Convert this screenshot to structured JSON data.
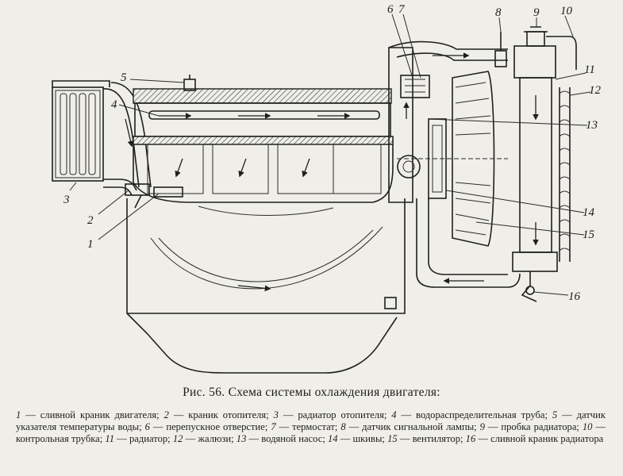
{
  "figure": {
    "caption": "Рис. 56. Схема системы охлаждения двигателя:",
    "callout_numbers": [
      "1",
      "2",
      "3",
      "4",
      "5",
      "6",
      "7",
      "8",
      "9",
      "10",
      "11",
      "12",
      "13",
      "14",
      "15",
      "16"
    ]
  },
  "legend": [
    {
      "num": "1",
      "text": " — сливной краник двигателя; "
    },
    {
      "num": "2",
      "text": " — краник отопителя; "
    },
    {
      "num": "3",
      "text": " — радиатор отопителя; "
    },
    {
      "num": "4",
      "text": " — водораспределительная труба; "
    },
    {
      "num": "5",
      "text": " — датчик указателя температуры воды; "
    },
    {
      "num": "6",
      "text": " — перепускное отверстие; "
    },
    {
      "num": "7",
      "text": " — термостат; "
    },
    {
      "num": "8",
      "text": " — датчик сигнальной лампы; "
    },
    {
      "num": "9",
      "text": " — пробка радиатора; "
    },
    {
      "num": "10",
      "text": " — контрольная трубка; "
    },
    {
      "num": "11",
      "text": " — радиатор; "
    },
    {
      "num": "12",
      "text": " — жалюзи; "
    },
    {
      "num": "13",
      "text": " — водяной насос; "
    },
    {
      "num": "14",
      "text": " — шкивы; "
    },
    {
      "num": "15",
      "text": " — вентилятор; "
    },
    {
      "num": "16",
      "text": " — сливной краник радиатора"
    }
  ]
}
